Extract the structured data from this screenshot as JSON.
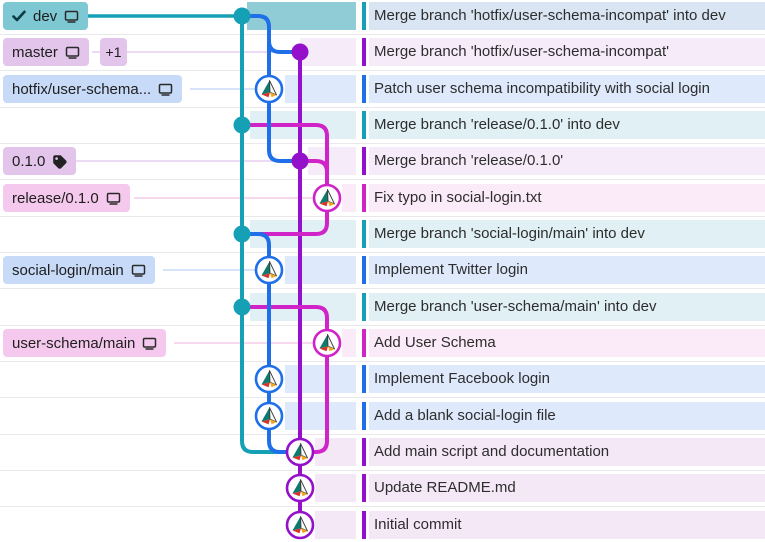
{
  "colors": {
    "teal": "#16a0b6",
    "blue": "#1e6fe8",
    "purple": "#9410cb",
    "magenta": "#d023c8",
    "tint_teal": "#e0f0f4",
    "tint_blue": "#dfe9fc",
    "tint_plum": "#f6ebf9",
    "tint_pink": "#fbeaf7",
    "tint_purple": "#f4e8f7",
    "selected_band": "#8fccd5",
    "selected_msg": "#d9e5f2",
    "label_dev": "#7dc8d3",
    "label_plum": "#e3c4ea",
    "label_blue": "#c7daf8",
    "label_pink": "#f5c9ed",
    "conn_plum": "#e7cef1",
    "conn_blue": "#c9daf7",
    "conn_pink": "#f6cce9"
  },
  "branch_labels": [
    {
      "name": "dev",
      "icon": "computer",
      "checked_out": true,
      "color": "#16a0b6"
    },
    {
      "name": "master",
      "icon": "computer",
      "badge": "+1",
      "color": "#9410cb"
    },
    {
      "name": "hotfix/user-schema...",
      "icon": "computer",
      "color": "#1e6fe8"
    },
    {
      "name": "0.1.0",
      "icon": "tag",
      "color": "#9410cb"
    },
    {
      "name": "release/0.1.0",
      "icon": "computer",
      "color": "#d023c8"
    },
    {
      "name": "social-login/main",
      "icon": "computer",
      "color": "#1e6fe8"
    },
    {
      "name": "user-schema/main",
      "icon": "computer",
      "color": "#d023c8"
    }
  ],
  "commits": [
    {
      "message": "Merge branch 'hotfix/user-schema-incompat' into dev",
      "color": "teal",
      "node": "dot",
      "selected": true
    },
    {
      "message": "Merge branch 'hotfix/user-schema-incompat'",
      "color": "purple",
      "node": "dot"
    },
    {
      "message": "Patch user schema incompatibility with social login",
      "color": "blue",
      "node": "avatar"
    },
    {
      "message": "Merge branch 'release/0.1.0' into dev",
      "color": "teal",
      "node": "dot"
    },
    {
      "message": "Merge branch 'release/0.1.0'",
      "color": "purple",
      "node": "dot"
    },
    {
      "message": "Fix typo in social-login.txt",
      "color": "magenta",
      "node": "avatar"
    },
    {
      "message": "Merge branch 'social-login/main' into dev",
      "color": "teal",
      "node": "dot"
    },
    {
      "message": "Implement Twitter login",
      "color": "blue",
      "node": "avatar"
    },
    {
      "message": "Merge branch 'user-schema/main' into dev",
      "color": "teal",
      "node": "dot"
    },
    {
      "message": "Add User Schema",
      "color": "magenta",
      "node": "avatar"
    },
    {
      "message": "Implement Facebook login",
      "color": "blue",
      "node": "avatar"
    },
    {
      "message": "Add a blank social-login file",
      "color": "blue",
      "node": "avatar"
    },
    {
      "message": "Add main script and documentation",
      "color": "purple",
      "node": "avatar"
    },
    {
      "message": "Update README.md",
      "color": "purple",
      "node": "avatar"
    },
    {
      "message": "Initial commit",
      "color": "purple",
      "node": "avatar"
    }
  ]
}
